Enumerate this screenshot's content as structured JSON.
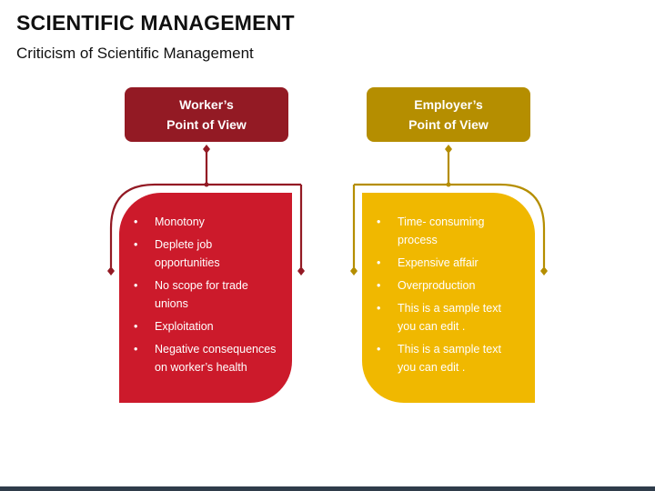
{
  "title": "SCIENTIFIC MANAGEMENT",
  "subtitle": "Criticism of Scientific Management",
  "colors": {
    "worker_header": "#931a24",
    "worker_card": "#cc1a2b",
    "employer_header": "#b58e00",
    "employer_card": "#f0b800",
    "footer_bar": "#2f3c4a"
  },
  "bullet_symbol": "•",
  "workers": {
    "header_line1": "Worker’s",
    "header_line2": "Point of View",
    "items": [
      [
        "Monotony"
      ],
      [
        "Deplete job",
        "opportunities"
      ],
      [
        "No scope for trade",
        "unions"
      ],
      [
        "Exploitation"
      ],
      [
        "Negative consequences",
        "on worker’s health"
      ]
    ]
  },
  "employers": {
    "header_line1": "Employer’s",
    "header_line2": "Point of View",
    "items": [
      [
        "Time- consuming",
        "process"
      ],
      [
        "Expensive affair"
      ],
      [
        "Overproduction"
      ],
      [
        "This is a sample text",
        "you can edit ."
      ],
      [
        "This is a sample text",
        "you can edit ."
      ]
    ]
  }
}
